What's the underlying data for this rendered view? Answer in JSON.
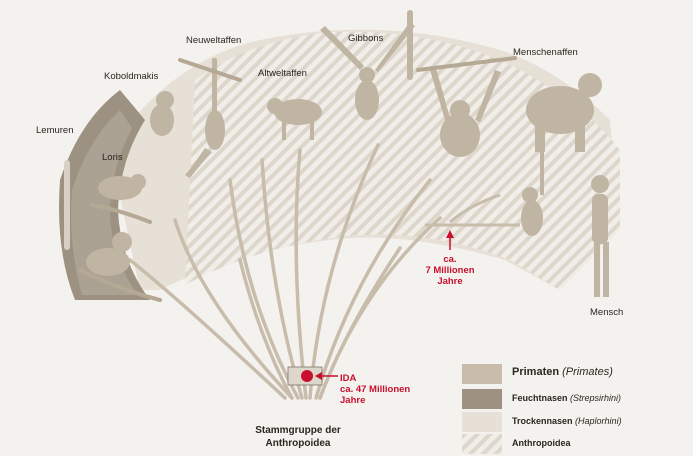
{
  "labels": {
    "lemuren": "Lemuren",
    "loris": "Loris",
    "koboldmakis": "Koboldmakis",
    "neuweltaffen": "Neuweltaffen",
    "altweltaffen": "Altweltaffen",
    "gibbons": "Gibbons",
    "menschenaffen": "Menschenaffen",
    "mensch": "Mensch"
  },
  "ida": {
    "line1": "IDA",
    "line2": "ca. 47 Millionen",
    "line3": "Jahre"
  },
  "split": {
    "line1": "ca.",
    "line2": "7 Millionen",
    "line3": "Jahre"
  },
  "stem": {
    "line1": "Stammgruppe der",
    "line2": "Anthropoidea"
  },
  "legend": [
    {
      "name": "Primaten",
      "sci": "(Primates)",
      "color": "#c8bcab"
    },
    {
      "name": "Feuchtnasen",
      "sci": "(Strepsirhini)",
      "color": "#9d9282"
    },
    {
      "name": "Trockennasen",
      "sci": "(Haplorhini)",
      "color": "#e6e0d6"
    },
    {
      "name": "Anthropoidea",
      "sci": "",
      "color": "hatched"
    }
  ],
  "colors": {
    "accent_red": "#c8102e",
    "primate_fill": "#c8bcab",
    "strepsirhini": "#9d9282",
    "haplorhini": "#e6e0d6"
  }
}
